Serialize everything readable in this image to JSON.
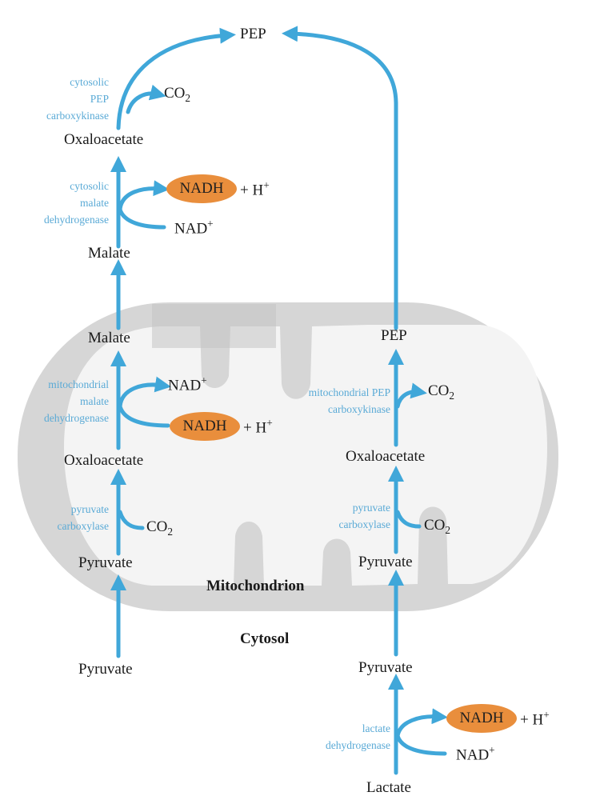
{
  "colors": {
    "arrow": "#40a7d9",
    "enzyme_text": "#5aaad6",
    "nadh_fill": "#e98e3c",
    "mito_outer": "#d6d6d6",
    "mito_inner": "#f4f4f4"
  },
  "labels": {
    "pep_top": "PEP",
    "oxaloacetate_top": "Oxaloacetate",
    "malate_cytosol": "Malate",
    "malate_mito": "Malate",
    "pep_mito": "PEP",
    "oxaloacetate_mito_left": "Oxaloacetate",
    "oxaloacetate_mito_right": "Oxaloacetate",
    "pyruvate_mito_left": "Pyruvate",
    "pyruvate_mito_right": "Pyruvate",
    "mitochondrion": "Mitochondrion",
    "cytosol": "Cytosol",
    "pyruvate_cytosol_left": "Pyruvate",
    "pyruvate_cytosol_right": "Pyruvate",
    "lactate": "Lactate"
  },
  "cofactors": {
    "co2": "CO",
    "co2_sub": "2",
    "nadh": "NADH",
    "h_plus": "+ H",
    "nad_plus": "NAD",
    "plus_sup": "+"
  },
  "enzymes": {
    "cytosolic_pepck": [
      "cytosolic",
      "PEP",
      "carboxykinase"
    ],
    "cytosolic_mdh": [
      "cytosolic",
      "malate",
      "dehydrogenase"
    ],
    "mito_mdh": [
      "mitochondrial",
      "malate",
      "dehydrogenase"
    ],
    "mito_pepck": [
      "mitochondrial PEP",
      "carboxykinase"
    ],
    "pyruvate_carboxylase_left": [
      "pyruvate",
      "carboxylase"
    ],
    "pyruvate_carboxylase_right": [
      "pyruvate",
      "carboxylase"
    ],
    "ldh": [
      "lactate",
      "dehydrogenase"
    ]
  }
}
